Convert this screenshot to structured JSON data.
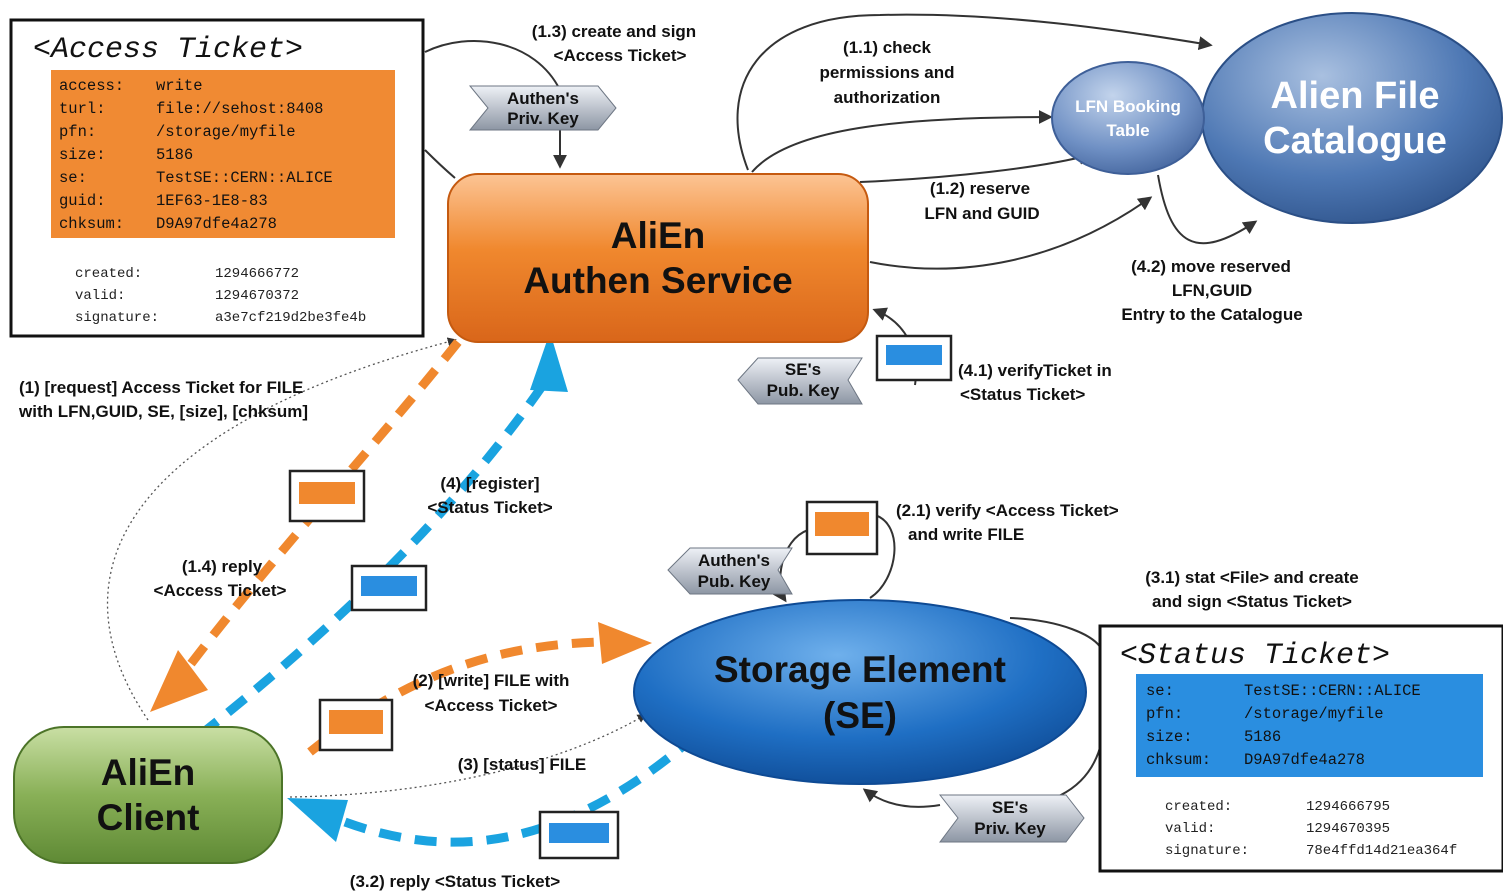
{
  "access_ticket": {
    "title": "<Access Ticket>",
    "fields": [
      {
        "key": "access:",
        "value": "write"
      },
      {
        "key": "turl:",
        "value": "file://sehost:8408"
      },
      {
        "key": "pfn:",
        "value": "/storage/myfile"
      },
      {
        "key": "size:",
        "value": "5186"
      },
      {
        "key": "se:",
        "value": "TestSE::CERN::ALICE"
      },
      {
        "key": "guid:",
        "value": "1EF63-1E8-83"
      },
      {
        "key": "chksum:",
        "value": "D9A97dfe4a278"
      }
    ],
    "meta": [
      {
        "key": "created:",
        "value": "1294666772"
      },
      {
        "key": "valid:",
        "value": "1294670372"
      },
      {
        "key": "signature:",
        "value": "a3e7cf219d2be3fe4b"
      }
    ]
  },
  "status_ticket": {
    "title": "<Status Ticket>",
    "fields": [
      {
        "key": "se:",
        "value": "TestSE::CERN::ALICE"
      },
      {
        "key": "pfn:",
        "value": "/storage/myfile"
      },
      {
        "key": "size:",
        "value": "5186"
      },
      {
        "key": "chksum:",
        "value": "D9A97dfe4a278"
      }
    ],
    "meta": [
      {
        "key": "created:",
        "value": "1294666795"
      },
      {
        "key": "valid:",
        "value": "1294670395"
      },
      {
        "key": "signature:",
        "value": "78e4ffd14d21ea364f"
      }
    ]
  },
  "nodes": {
    "authen_line1": "AliEn",
    "authen_line2": "Authen Service",
    "catalogue_line1": "Alien File",
    "catalogue_line2": "Catalogue",
    "booking_line1": "LFN Booking",
    "booking_line2": "Table",
    "se_line1": "Storage Element",
    "se_line2": "(SE)",
    "client_line1": "AliEn",
    "client_line2": "Client"
  },
  "keys": {
    "authen_priv": [
      "Authen's",
      "Priv. Key"
    ],
    "se_pub": [
      "SE's",
      "Pub. Key"
    ],
    "authen_pub": [
      "Authen's",
      "Pub. Key"
    ],
    "se_priv": [
      "SE's",
      "Priv. Key"
    ]
  },
  "labels": {
    "l13": [
      "(1.3) create and sign",
      "<Access Ticket>"
    ],
    "l11": [
      "(1.1) check",
      "permissions and",
      "authorization"
    ],
    "l12": [
      "(1.2) reserve",
      "LFN and GUID"
    ],
    "l42": [
      "(4.2) move reserved",
      "LFN,GUID",
      "Entry to the Catalogue"
    ],
    "l41": [
      "(4.1) verifyTicket in",
      "<Status Ticket>"
    ],
    "l1": [
      "(1) [request] Access Ticket for FILE",
      "with LFN,GUID, SE, [size], [chksum]"
    ],
    "l4": [
      "(4) [register]",
      "<Status Ticket>"
    ],
    "l14": [
      "(1.4) reply",
      "<Access Ticket>"
    ],
    "l21": [
      "(2.1) verify <Access Ticket>",
      "and write FILE"
    ],
    "l31": [
      "(3.1) stat <File> and create",
      "and sign <Status Ticket>"
    ],
    "l2": [
      "(2)  [write] FILE with",
      "<Access Ticket>"
    ],
    "l3": [
      "(3)  [status] FILE"
    ],
    "l32": [
      "(3.2) reply  <Status Ticket>"
    ]
  },
  "colors": {
    "orange": "#f0882e",
    "blue": "#1aa3e0",
    "ticket_orange": "#f08a33",
    "ticket_blue": "#2a8ee0",
    "client_green": "#7fa84a",
    "catalogue_blue": "#3d6aa6"
  }
}
